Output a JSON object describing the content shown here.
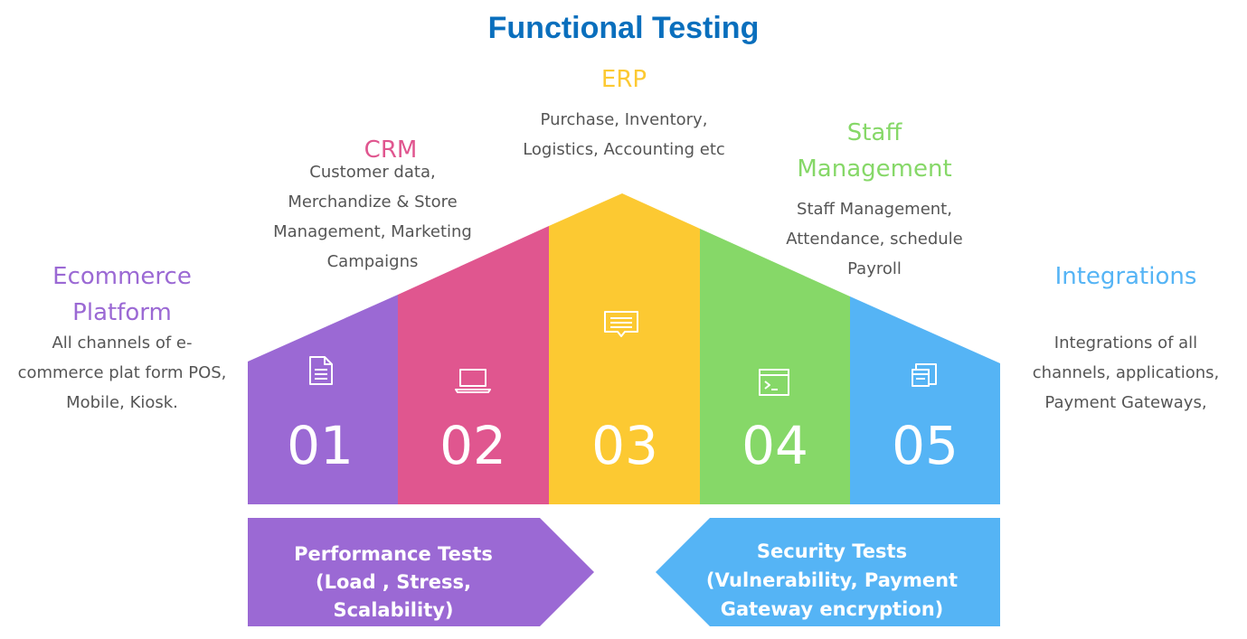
{
  "title": "Functional Testing",
  "categories": [
    {
      "num": "01",
      "title": "Ecommerce Platform",
      "title_lines": [
        "Ecommerce",
        "Platform"
      ],
      "desc_lines": [
        "All channels of e-",
        "commerce plat form POS,",
        "Mobile, Kiosk."
      ],
      "color": "#9b69d4",
      "icon": "document-icon"
    },
    {
      "num": "02",
      "title": "CRM",
      "title_lines": [
        "CRM"
      ],
      "desc_lines": [
        "Customer data,",
        "Merchandize & Store",
        "Management, Marketing",
        "Campaigns"
      ],
      "color": "#e0568f",
      "icon": "laptop-icon"
    },
    {
      "num": "03",
      "title": "ERP",
      "title_lines": [
        "ERP"
      ],
      "desc_lines": [
        "Purchase, Inventory,",
        "Logistics, Accounting etc"
      ],
      "color": "#fcc932",
      "icon": "message-icon"
    },
    {
      "num": "04",
      "title": "Staff Management",
      "title_lines": [
        "Staff",
        "Management"
      ],
      "desc_lines": [
        "Staff Management,",
        "Attendance, schedule",
        "Payroll"
      ],
      "color": "#86d868",
      "icon": "terminal-icon"
    },
    {
      "num": "05",
      "title": "Integrations",
      "title_lines": [
        "Integrations"
      ],
      "desc_lines": [
        "Integrations of all",
        "channels, applications,",
        "Payment Gateways,"
      ],
      "color": "#55b4f5",
      "icon": "windows-icon"
    }
  ],
  "bottom_arrows": [
    {
      "lines": [
        "Performance Tests",
        "(Load , Stress, Scalability)"
      ],
      "color": "#9b69d4",
      "direction": "right"
    },
    {
      "lines": [
        "Security Tests",
        "(Vulnerability, Payment",
        "Gateway encryption)"
      ],
      "color": "#55b4f5",
      "direction": "left"
    }
  ],
  "title_color": "#0a6fbd"
}
